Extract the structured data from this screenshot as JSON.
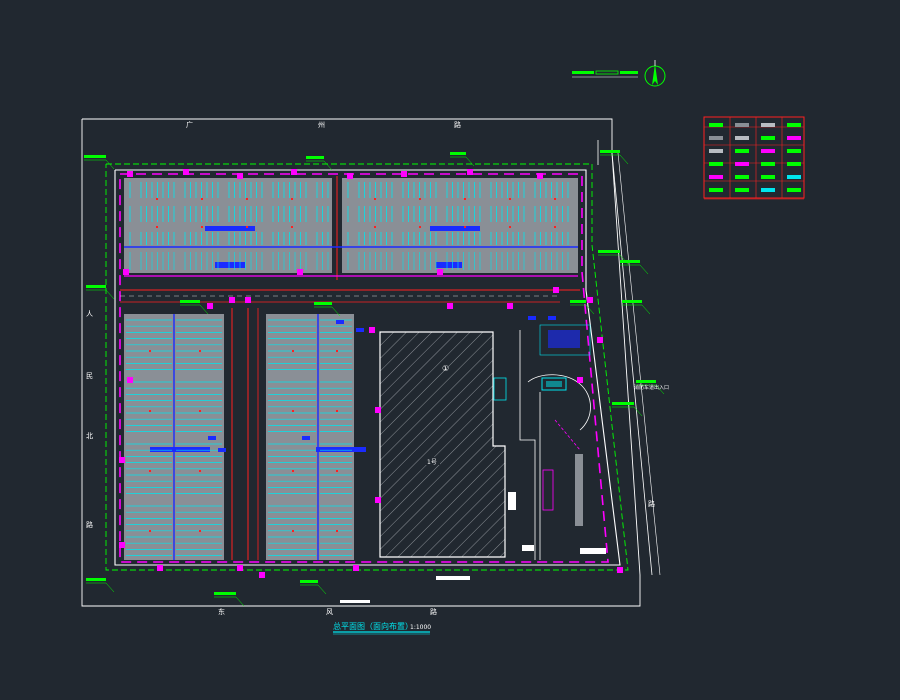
{
  "drawing": {
    "title": "总平面图（面向布置）",
    "scale": "1:1000",
    "roads": {
      "top": [
        "广",
        "州",
        "路"
      ],
      "left": [
        "人",
        "民",
        "北",
        "路"
      ],
      "bottom": [
        "东",
        "风",
        "路"
      ],
      "right_char": "路"
    },
    "building_marks": {
      "a": "①",
      "b": "1号"
    },
    "gate_note": "消防车道出入口"
  },
  "colors": {
    "background": "#212830",
    "boundary": "#ffffff",
    "lot": "#8a8f96",
    "stall": "#00e5ee",
    "accent": "#ff00ff",
    "equipment": "#1a2bff",
    "leader": "#00ff00",
    "red_line": "#ff2020",
    "hatch": "#b8bcc2"
  },
  "icons": {
    "north": "north-arrow-icon"
  }
}
